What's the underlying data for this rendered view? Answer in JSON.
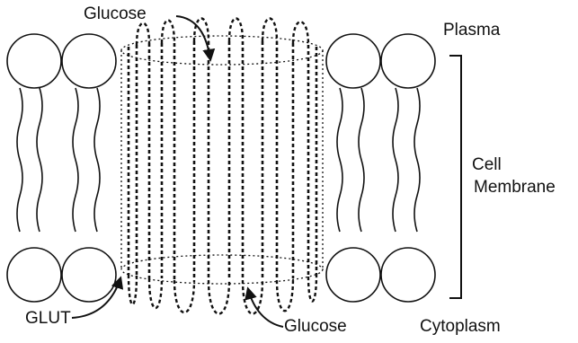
{
  "labels": {
    "glucose_top": "Glucose",
    "plasma": "Plasma",
    "cell": "Cell",
    "membrane": "Membrane",
    "glut": "GLUT",
    "glucose_bottom": "Glucose",
    "cytoplasm": "Cytoplasm"
  },
  "colors": {
    "ink": "#111111",
    "background": "#ffffff"
  }
}
